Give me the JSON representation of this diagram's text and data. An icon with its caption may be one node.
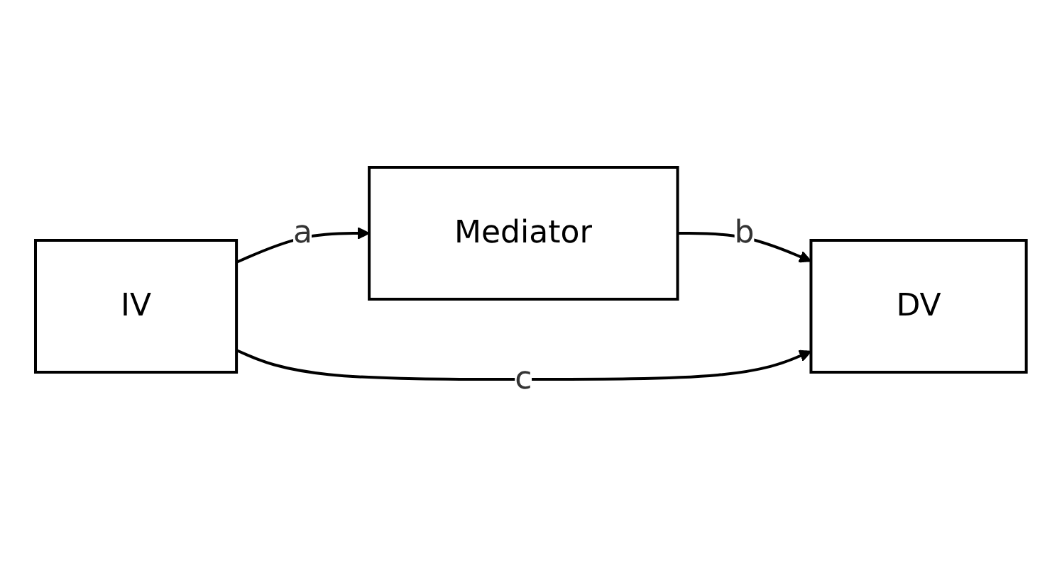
{
  "diagram": {
    "nodes": [
      {
        "text": [
          "Mediator"
        ]
      },
      {
        "text": [
          "IV"
        ]
      },
      {
        "text": [
          "DV"
        ]
      }
    ],
    "edges": [
      {
        "from": 1,
        "to": 0,
        "arrow": "to",
        "label": "a"
      },
      {
        "from": 0,
        "to": 2,
        "arrow": "to",
        "label": "b"
      },
      {
        "from": 1,
        "to": 2,
        "arrow": "to",
        "label": "c"
      }
    ]
  }
}
